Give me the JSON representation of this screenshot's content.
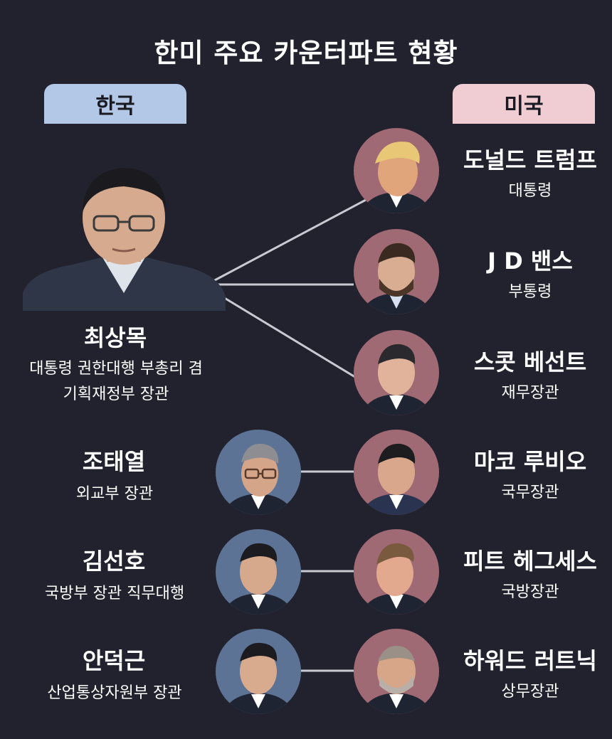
{
  "title": "한미 주요 카운터파트 현황",
  "headers": {
    "korea": "한국",
    "usa": "미국"
  },
  "main_korea": {
    "name": "최상목",
    "role_line1": "대통령 권한대행 부총리 겸",
    "role_line2": "기획재정부 장관"
  },
  "usa": [
    {
      "name": "도널드 트럼프",
      "role": "대통령"
    },
    {
      "name": "J D 밴스",
      "role": "부통령"
    },
    {
      "name": "스콧 베선트",
      "role": "재무장관"
    },
    {
      "name": "마코 루비오",
      "role": "국무장관"
    },
    {
      "name": "피트 헤그세스",
      "role": "국방장관"
    },
    {
      "name": "하워드 러트닉",
      "role": "상무장관"
    }
  ],
  "korea": [
    {
      "name": "조태열",
      "role": "외교부 장관"
    },
    {
      "name": "김선호",
      "role": "국방부 장관 직무대행"
    },
    {
      "name": "안덕근",
      "role": "산업통상자원부 장관"
    }
  ],
  "colors": {
    "background": "#22222e",
    "korea_header": "#b3c7e6",
    "usa_header": "#f0cdd3",
    "korea_portrait_bg": "#5c7396",
    "usa_portrait_bg": "#a06a74",
    "connector": "#c9c9d2"
  }
}
